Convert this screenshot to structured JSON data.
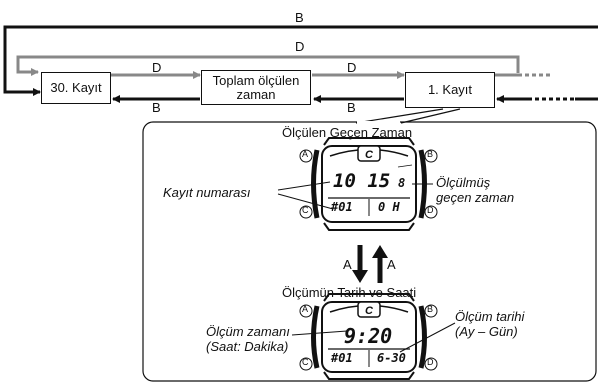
{
  "flow": {
    "label_b_top": "B",
    "label_d_top": "D",
    "label_d_left": "D",
    "label_d_right": "D",
    "label_b_left": "B",
    "label_b_right": "B",
    "box_record30": "30. Kayıt",
    "box_total_line1": "Toplam ölçülen",
    "box_total_line2": "zaman",
    "box_record1": "1. Kayıt"
  },
  "panel": {
    "elapsed_title": "Ölçülen Geçen Zaman",
    "record_number_label": "Kayıt numarası",
    "measured_elapsed_line1": "Ölçülmüş",
    "measured_elapsed_line2": "geçen zaman",
    "arrow_down_label": "A",
    "arrow_up_label": "A",
    "date_time_title": "Ölçümün Tarih ve Saati",
    "measure_time_line1": "Ölçüm zamanı",
    "measure_time_line2": "(Saat: Dakika)",
    "measure_date_line1": "Ölçüm tarihi",
    "measure_date_line2": "(Ay – Gün)"
  },
  "watch_buttons": {
    "a": "A",
    "b": "B",
    "c": "C",
    "d": "D"
  },
  "watch1": {
    "main": "10 15",
    "sub": "8",
    "bottom_left": "#01",
    "bottom_right": "0 H"
  },
  "watch2": {
    "main": "9:20",
    "bottom_left": "#01",
    "bottom_right": "6-30"
  }
}
